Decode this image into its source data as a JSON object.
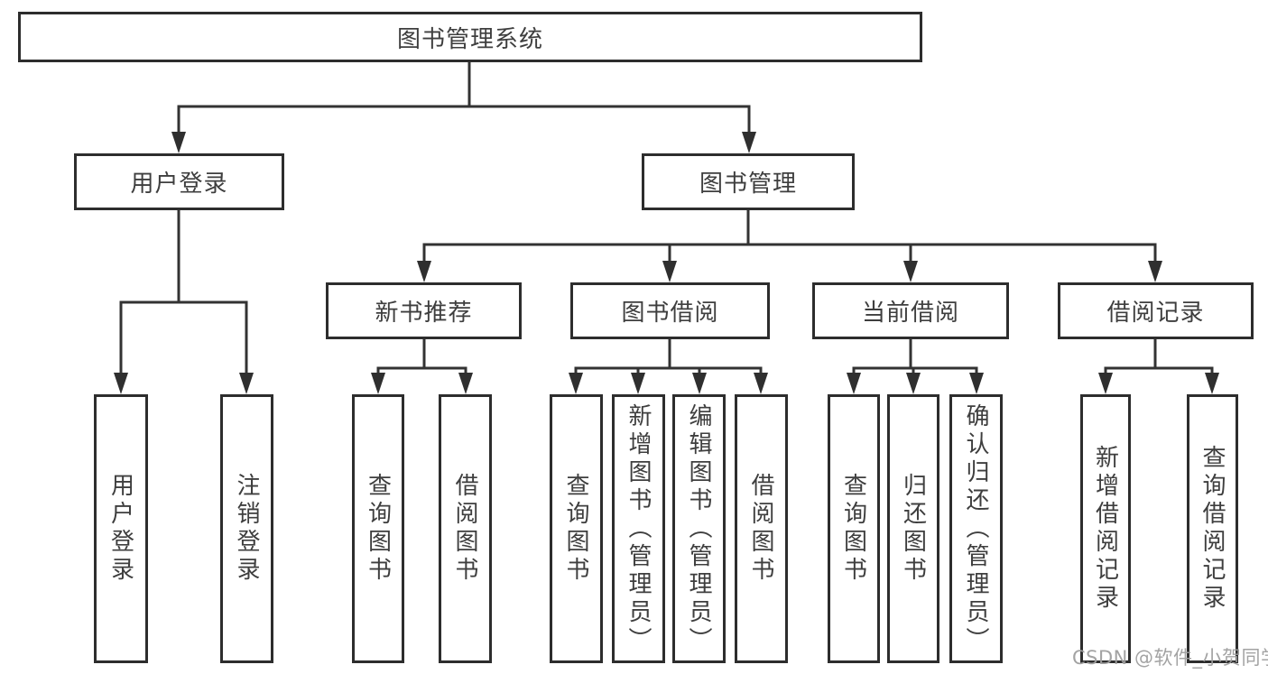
{
  "diagram": {
    "root": {
      "label": "图书管理系统"
    },
    "level2": [
      {
        "label": "用户登录"
      },
      {
        "label": "图书管理"
      }
    ],
    "level3": [
      {
        "label": "新书推荐"
      },
      {
        "label": "图书借阅"
      },
      {
        "label": "当前借阅"
      },
      {
        "label": "借阅记录"
      }
    ],
    "leaves": {
      "user_login": [
        "用户登录",
        "注销登录"
      ],
      "new_book_recommend": [
        "查询图书",
        "借阅图书"
      ],
      "book_borrow": [
        "查询图书",
        "新增图书（管理员）",
        "编辑图书（管理员）",
        "借阅图书"
      ],
      "current_borrow": [
        "查询图书",
        "归还图书",
        "确认归还（管理员）"
      ],
      "borrow_records": [
        "新增借阅记录",
        "查询借阅记录"
      ]
    }
  },
  "watermark": {
    "text": "CSDN @软件_小贺同学"
  },
  "colors": {
    "line": "#333333",
    "arrow": "#2f2f2f",
    "border": "#2d2d2d",
    "text": "#3e3e3e",
    "watermark": "#9e9e9e",
    "background": "#ffffff"
  }
}
